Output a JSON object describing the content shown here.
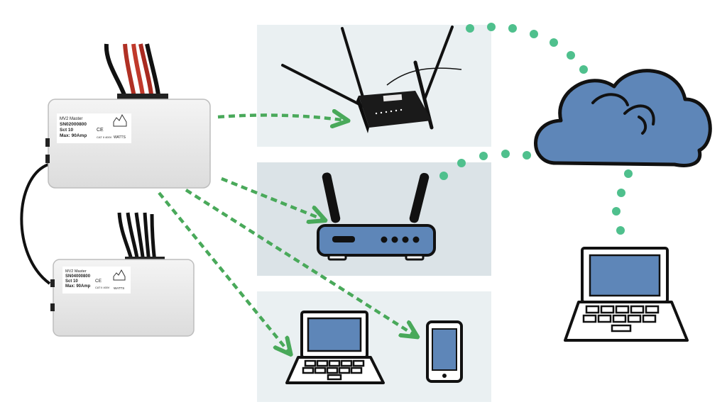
{
  "devices": {
    "meter_top": {
      "label_lines": [
        "MV2 Master",
        "SN02000800",
        "Sct 10",
        "Max: 90Amp"
      ],
      "marks": [
        "CE",
        "CAT II 400V"
      ]
    },
    "meter_bottom": {
      "label_lines": [
        "MV2 Master",
        "SN04000800",
        "Sct 10",
        "Max: 90Amp"
      ],
      "marks": [
        "CE",
        "CAT II 400V"
      ]
    },
    "logo_text": "WATTS"
  },
  "colors": {
    "panel": "#eaf0f2",
    "panel_mid": "#dbe3e7",
    "device_blue": "#5e86b8",
    "cloud_blue": "#5e86b8",
    "link_green": "#49a95a",
    "wireless_green": "#4fc08d",
    "outline": "#111111",
    "cable_red": "#c0392b"
  },
  "icons": [
    "lte-router-photo",
    "wifi-router-icon",
    "laptop-icon",
    "smartphone-icon",
    "cloud-icon",
    "remote-laptop-icon"
  ]
}
